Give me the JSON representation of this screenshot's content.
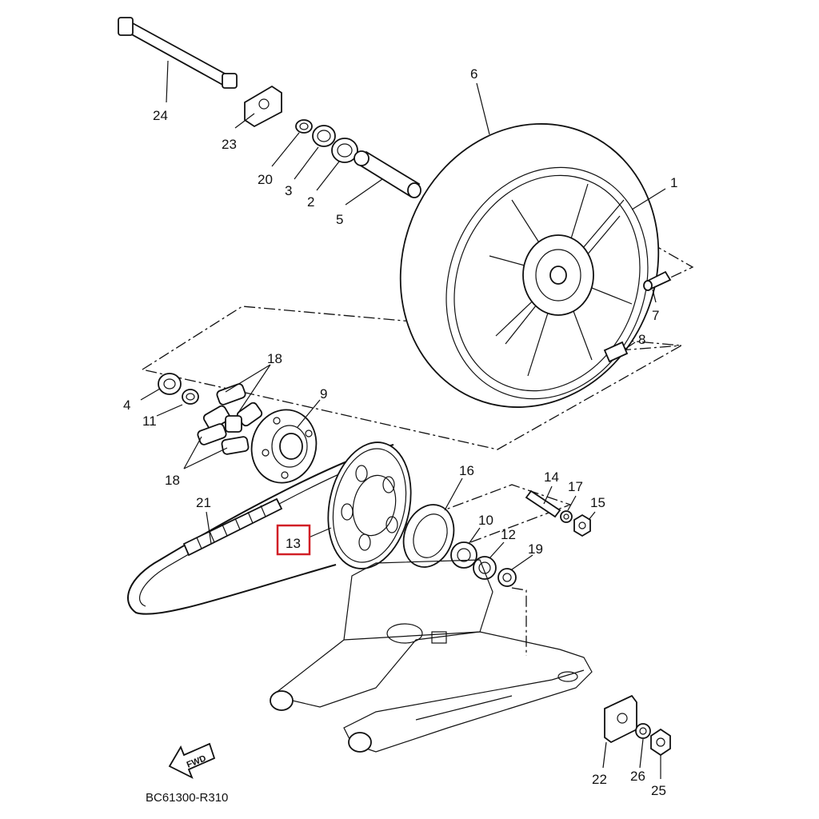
{
  "diagram": {
    "callouts": [
      "1",
      "2",
      "3",
      "4",
      "5",
      "6",
      "7",
      "8",
      "9",
      "10",
      "11",
      "12",
      "13",
      "14",
      "15",
      "16",
      "17",
      "18",
      "18",
      "19",
      "20",
      "21",
      "22",
      "23",
      "24",
      "25",
      "26"
    ],
    "highlighted_callout": "13",
    "fwd_label": "FWD",
    "drawing_code": "BC61300-R310",
    "colors": {
      "line": "#111111",
      "highlight": "#d11f26",
      "background": "#ffffff"
    }
  }
}
